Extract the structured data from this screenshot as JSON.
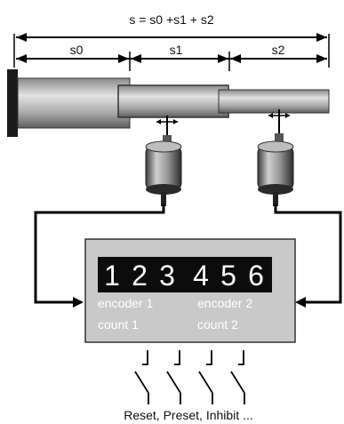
{
  "formula": "s = s0 +s1 + s2",
  "segments": [
    {
      "label": "s0"
    },
    {
      "label": "s1"
    },
    {
      "label": "s2"
    }
  ],
  "counter": {
    "digits": [
      "1",
      "2",
      "3",
      "4",
      "5",
      "6"
    ],
    "encoder1_label": "encoder 1",
    "encoder2_label": "encoder 2",
    "count1_label": "count 1",
    "count2_label": "count 2"
  },
  "footer_text": "Reset, Preset, Inhibit ...",
  "colors": {
    "counter_body": "#c9c9c9",
    "display_bg": "#0c0c0c",
    "wire": "#000000",
    "cylinder_dark": "#6f6f6f",
    "cylinder_light": "#d8d8d8"
  },
  "icons": [
    "telescopic-cylinder-icon",
    "rotary-encoder-icon",
    "switch-icon",
    "double-arrow-icon"
  ]
}
